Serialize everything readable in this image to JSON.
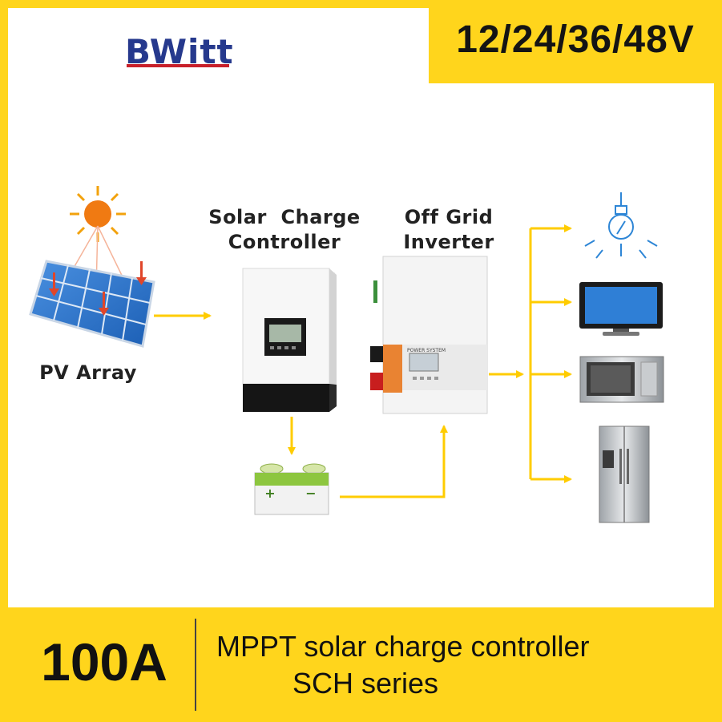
{
  "brand": {
    "logo_text": "BWitt"
  },
  "voltage": "12/24/36/48V",
  "diagram": {
    "pv_array_label": "PV Array",
    "controller_label_line1": "Solar  Charge",
    "controller_label_line2": "Controller",
    "inverter_label_line1": "Off Grid",
    "inverter_label_line2": "Inverter",
    "battery_plus": "+",
    "battery_minus": "−",
    "loads": [
      "light-bulb-icon",
      "tv-icon",
      "microwave-icon",
      "refrigerator-icon"
    ]
  },
  "footer": {
    "current": "100A",
    "title_line1": "MPPT solar charge controller",
    "title_line2": "SCH series"
  },
  "colors": {
    "accent_yellow": "#FFD51C",
    "arrow_yellow": "#FFCC00",
    "brand_blue": "#26398D",
    "brand_red": "#C8202A"
  }
}
